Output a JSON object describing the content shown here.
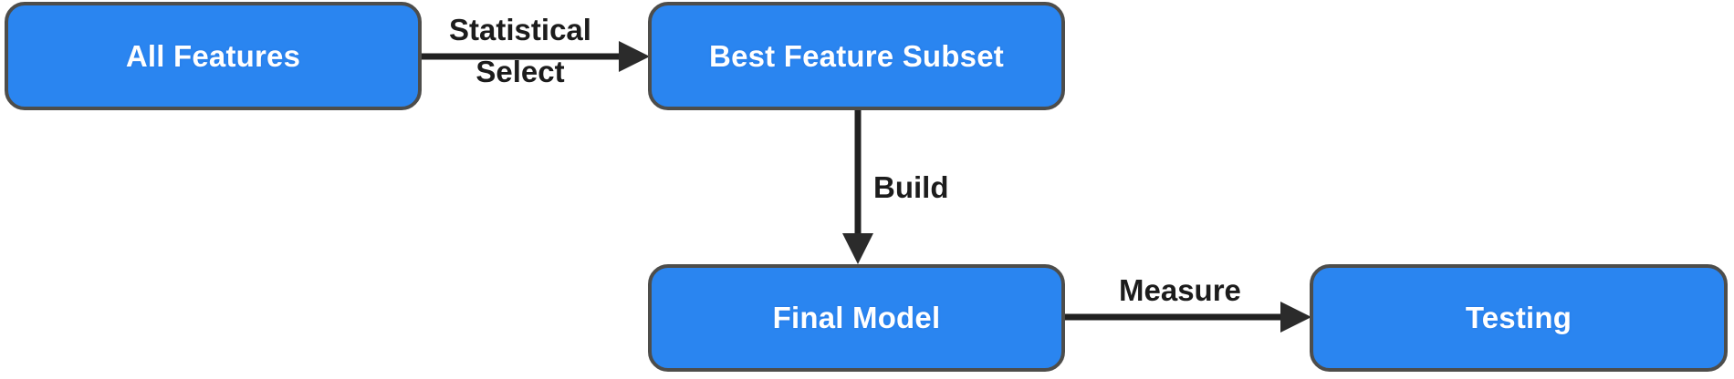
{
  "diagram": {
    "type": "flowchart",
    "background_color": "#ffffff",
    "node_fill_color": "#2A85F0",
    "node_border_color": "#4D4D4B",
    "node_text_color": "#ffffff",
    "arrow_color": "#212121",
    "nodes": {
      "all_features": {
        "label": "All Features"
      },
      "best_feature_subset": {
        "label": "Best Feature Subset"
      },
      "final_model": {
        "label": "Final Model"
      },
      "testing": {
        "label": "Testing"
      }
    },
    "edges": {
      "statistical_select": {
        "from": "All Features",
        "to": "Best Feature Subset",
        "label_line1": "Statistical",
        "label_line2": "Select"
      },
      "build": {
        "from": "Best Feature Subset",
        "to": "Final Model",
        "label": "Build"
      },
      "measure": {
        "from": "Final Model",
        "to": "Testing",
        "label": "Measure"
      }
    }
  }
}
